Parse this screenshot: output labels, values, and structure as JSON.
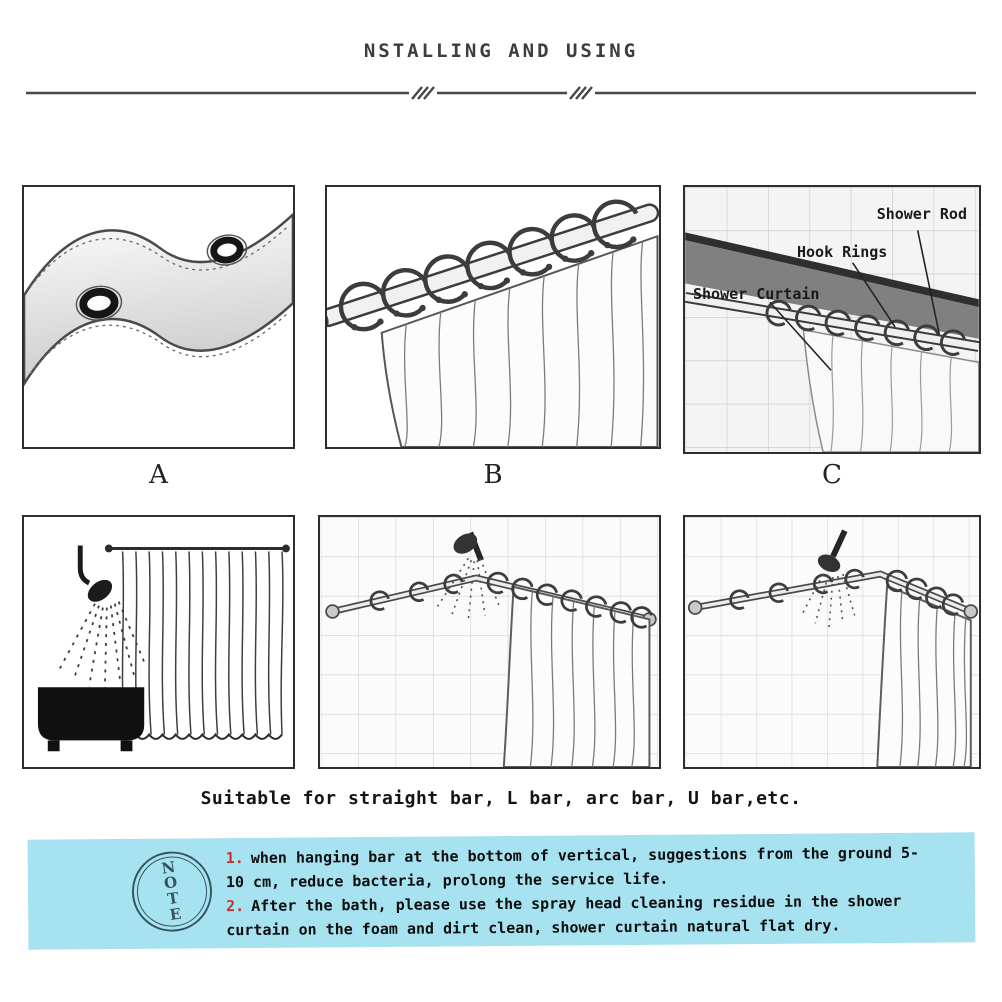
{
  "title": "NSTALLING AND USING",
  "figure_labels": {
    "a": "A",
    "b": "B",
    "c": "C"
  },
  "panel_c": {
    "shower_rod": "Shower Rod",
    "hook_rings": "Hook Rings",
    "shower_curtain": "Shower Curtain"
  },
  "suitable_text": "Suitable for straight bar, L bar, arc bar, U bar,etc.",
  "note": {
    "stamp_letters": [
      "N",
      "O",
      "T",
      "E"
    ],
    "items": [
      {
        "number": "1.",
        "text": "when hanging bar at the bottom of vertical, suggestions from the ground 5-10 cm, reduce bacteria, prolong the service life."
      },
      {
        "number": "2.",
        "text": "After the bath, please use the spray head cleaning residue in the shower curtain on the foam and dirt clean, shower curtain natural flat dry."
      }
    ]
  },
  "colors": {
    "note_bg": "#a7e2f1",
    "note_number_red": "#c53327",
    "ink": "#2e2e2e"
  }
}
